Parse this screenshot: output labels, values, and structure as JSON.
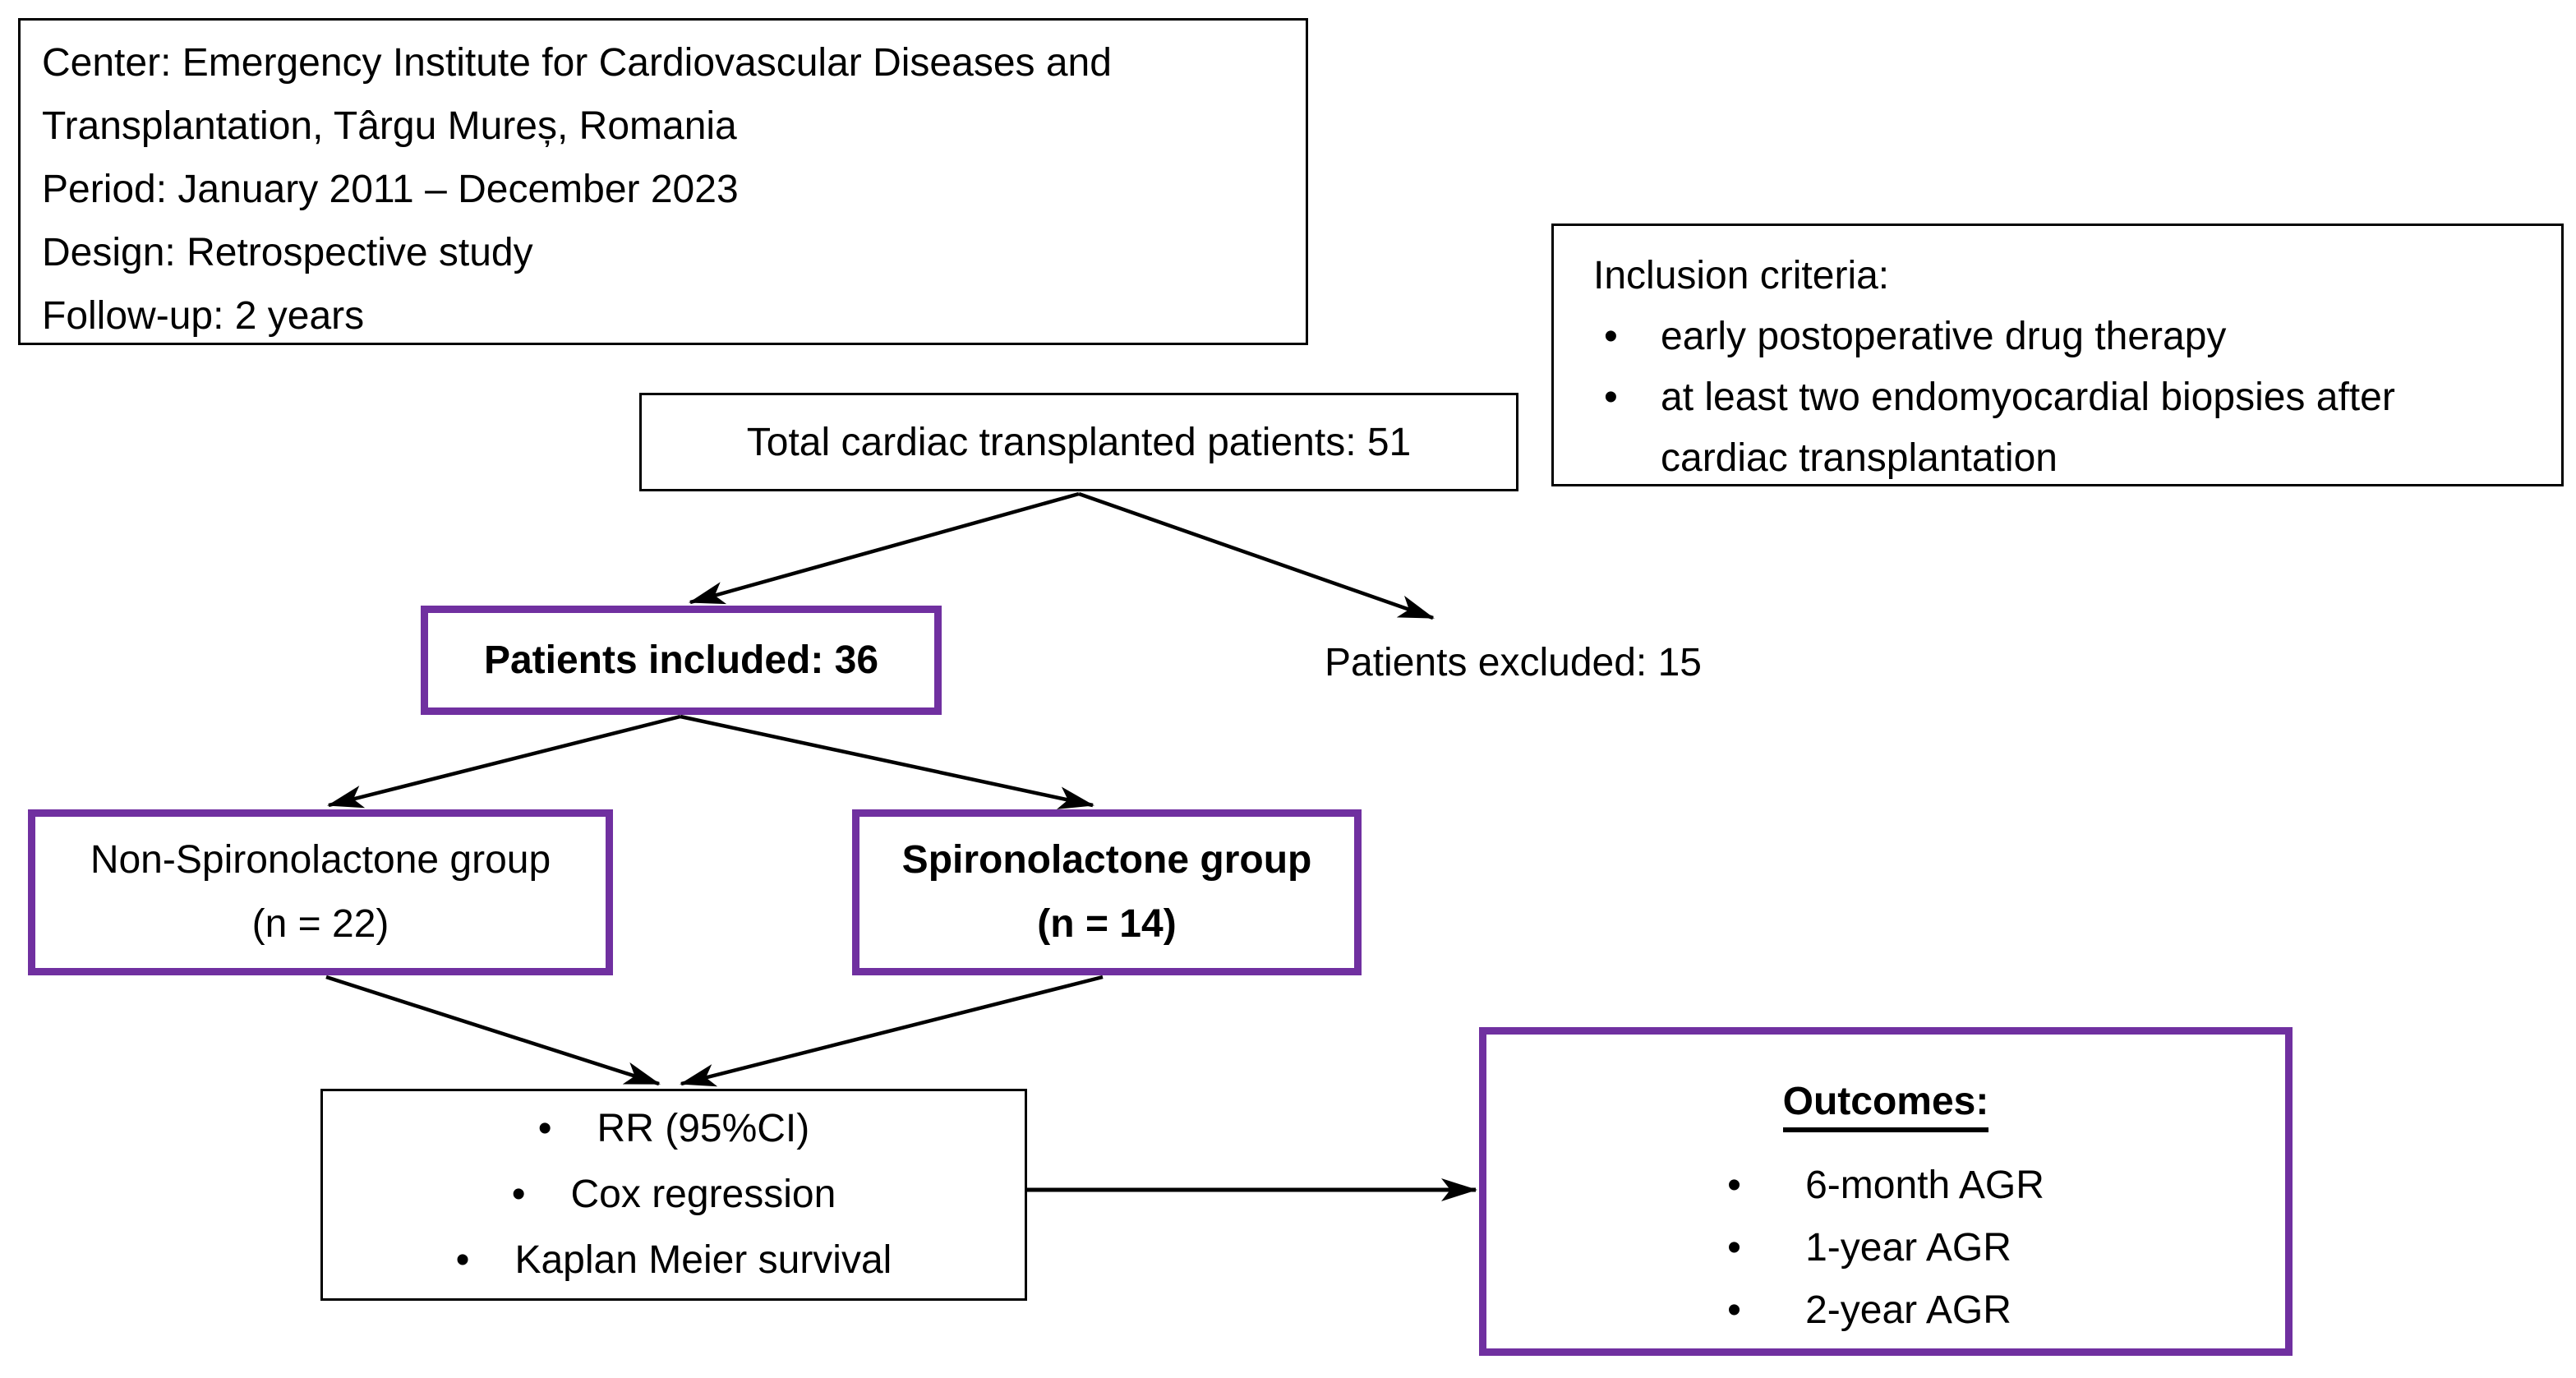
{
  "figure": {
    "colors": {
      "accent_purple": "#7030A0",
      "line_black": "#000000",
      "background": "#FFFFFF"
    },
    "info_box": {
      "lines": [
        "Center: Emergency Institute for Cardiovascular Diseases and",
        "Transplantation, Târgu Mureș, Romania",
        "Period: January 2011 – December 2023",
        "Design: Retrospective study",
        "Follow-up: 2 years"
      ]
    },
    "inclusion_box": {
      "title": "Inclusion criteria:",
      "bullets": [
        {
          "lines": [
            "early postoperative drug therapy"
          ]
        },
        {
          "lines": [
            "at least two endomyocardial biopsies after",
            "cardiac transplantation"
          ]
        }
      ]
    },
    "total_box": {
      "label": "Total cardiac transplanted patients: 51"
    },
    "included_box": {
      "label": "Patients included: 36"
    },
    "excluded_label": "Patients excluded: 15",
    "group_left": {
      "name": "Non-Spironolactone group",
      "n": "(n = 22)"
    },
    "group_right": {
      "name": "Spironolactone group",
      "n": "(n = 14)"
    },
    "methods_box": {
      "bullets": [
        "RR (95%CI)",
        "Cox regression",
        "Kaplan Meier survival"
      ]
    },
    "outcomes_box": {
      "title": "Outcomes:",
      "bullets": [
        "6-month AGR",
        "1-year AGR",
        "2-year AGR"
      ]
    }
  }
}
